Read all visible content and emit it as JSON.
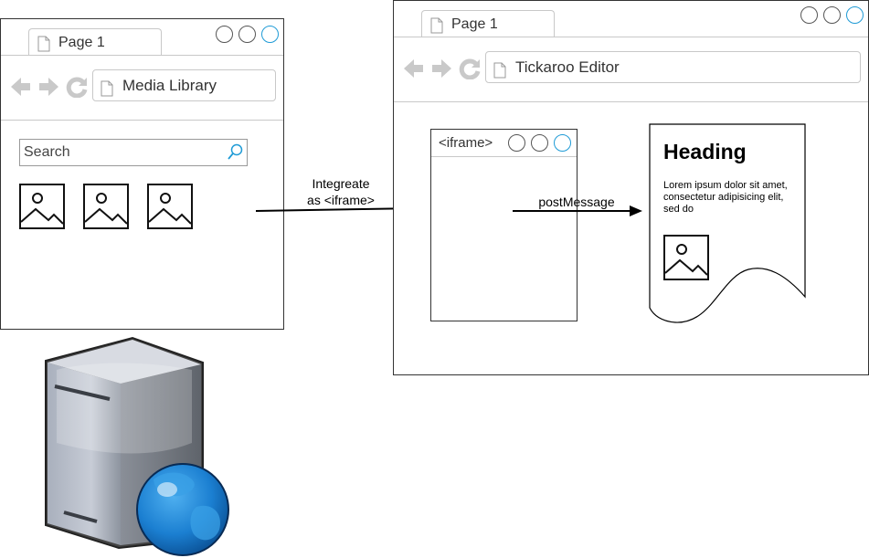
{
  "media_library_window": {
    "tab_title": "Page 1",
    "address": "Media Library",
    "search_placeholder": "Search",
    "image_count": 3
  },
  "arrow_integrate": {
    "label_line1": "Integreate",
    "label_line2": "as <iframe>"
  },
  "editor_window": {
    "tab_title": "Page 1",
    "address": "Tickaroo Editor",
    "iframe_title": "<iframe>",
    "arrow_label": "postMessage",
    "document": {
      "heading": "Heading",
      "body": "Lorem ipsum dolor sit amet, consectetur adipisicing elit, sed do"
    }
  },
  "colors": {
    "border": "#333333",
    "light_border": "#c8c8c8",
    "accent_blue": "#1f9bd6",
    "nav_icon_gray": "#c9c9c9",
    "globe_blue": "#1b7fd1"
  }
}
